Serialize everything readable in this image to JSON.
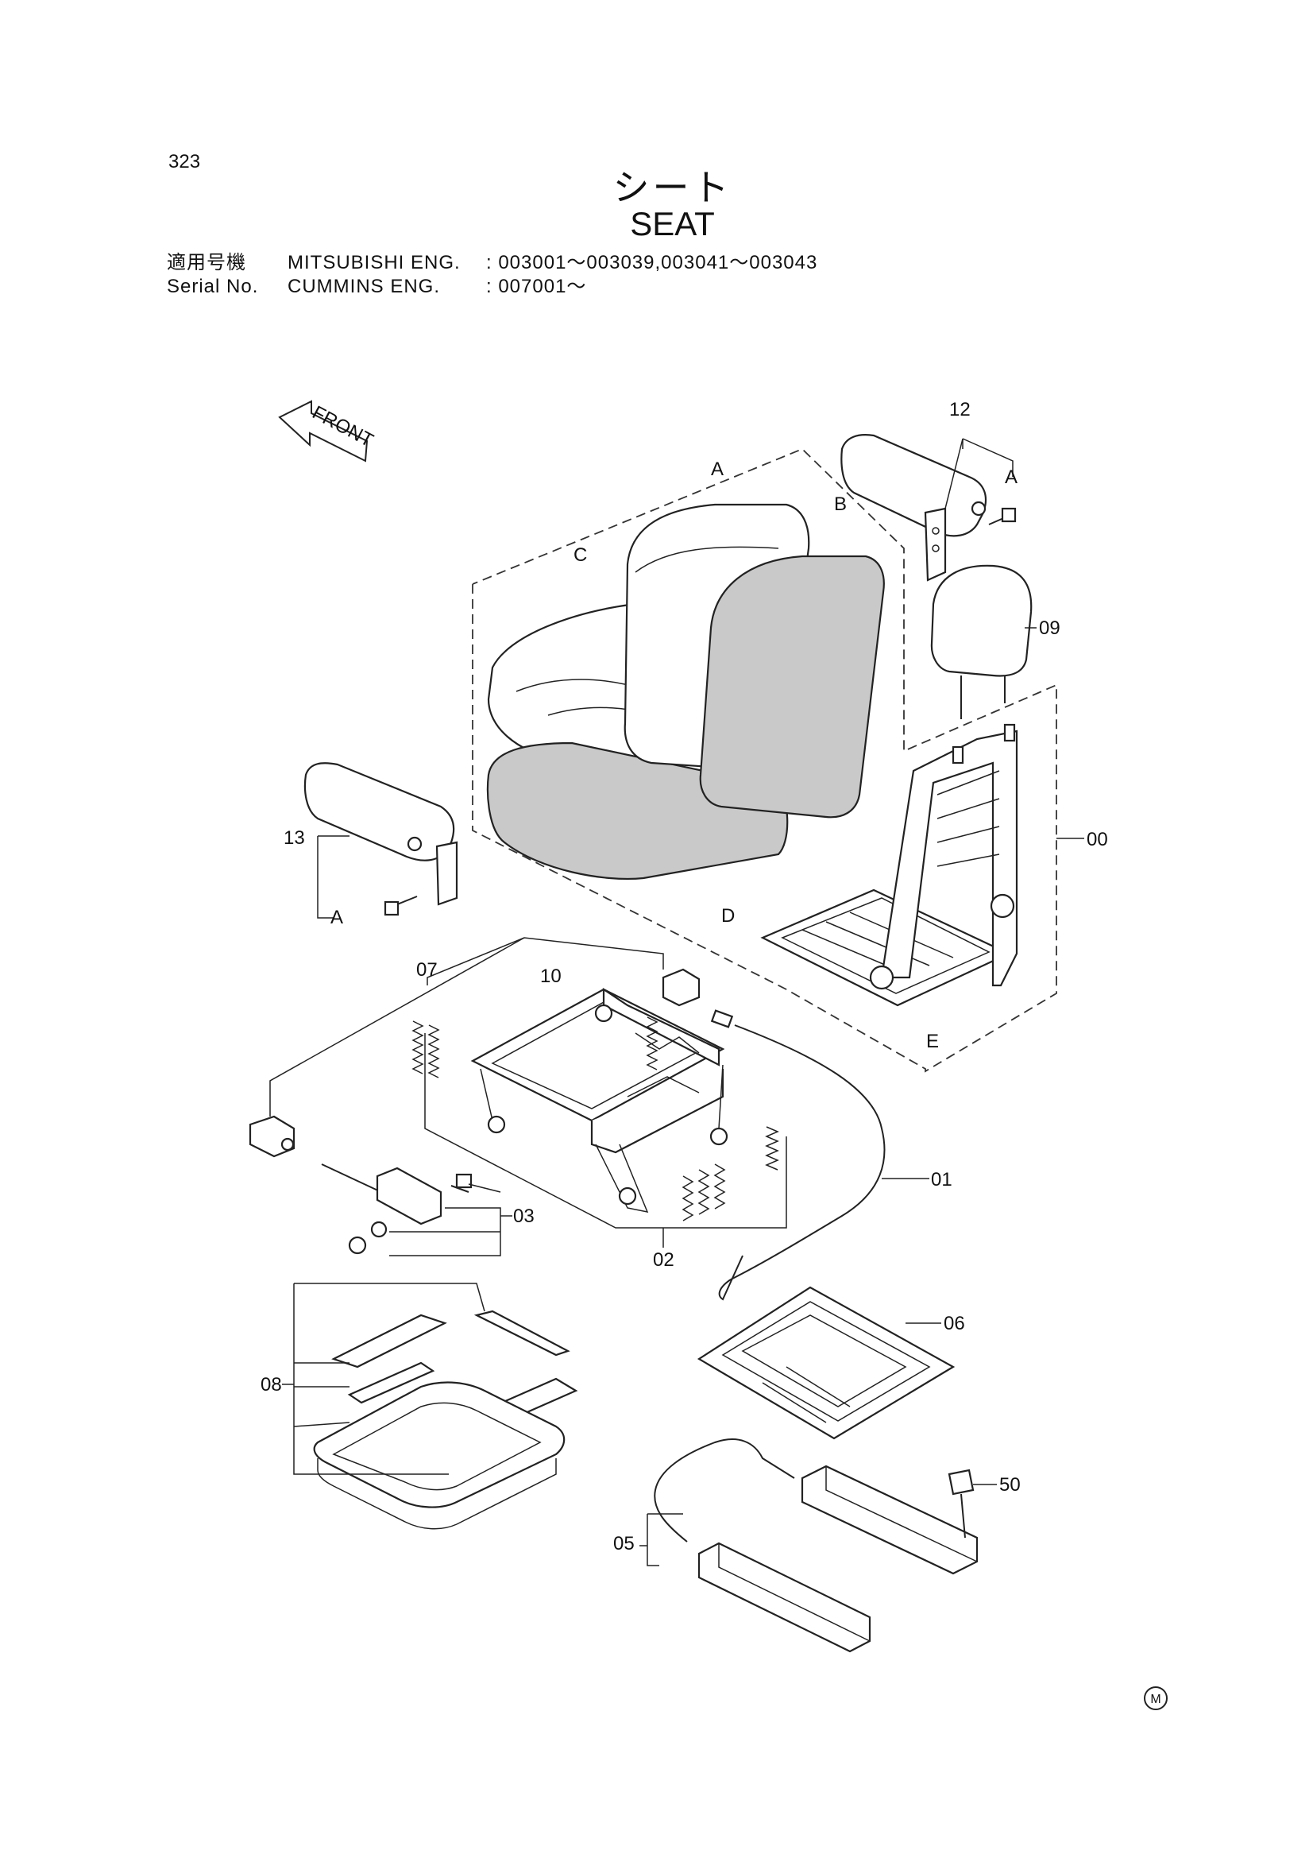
{
  "page_number": "323",
  "title_jp": "シート",
  "title_en": "SEAT",
  "serial": {
    "row1_label": "適用号機",
    "row1_engine": "MITSUBISHI ENG.",
    "row1_range": ": 003001～003039,003041～003043",
    "row2_label": "Serial No.",
    "row2_engine": "CUMMINS ENG.",
    "row2_range": ": 007001～"
  },
  "front_label": "FRONT",
  "callouts": {
    "A1": "A",
    "A2": "A",
    "A3": "A",
    "B": "B",
    "C": "C",
    "D": "D",
    "E": "E",
    "p00": "00",
    "p01": "01",
    "p02": "02",
    "p03": "03",
    "p05": "05",
    "p06": "06",
    "p07": "07",
    "p08": "08",
    "p09": "09",
    "p10": "10",
    "p12": "12",
    "p13": "13",
    "p50": "50"
  },
  "footer_mark": "M"
}
